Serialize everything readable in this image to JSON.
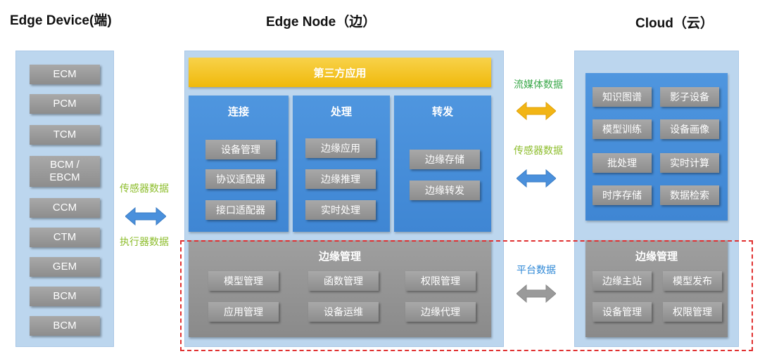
{
  "titles": {
    "device": "Edge Device(端)",
    "node": "Edge Node（边）",
    "cloud": "Cloud（云）"
  },
  "device_items": [
    "ECM",
    "PCM",
    "TCM",
    "BCM /\nEBCM",
    "CCM",
    "CTM",
    "GEM",
    "BCM",
    "BCM"
  ],
  "node": {
    "third_party": "第三方应用",
    "columns": [
      {
        "title": "连接",
        "items": [
          "设备管理",
          "协议适配器",
          "接口适配器"
        ]
      },
      {
        "title": "处理",
        "items": [
          "边缘应用",
          "边缘推理",
          "实时处理"
        ]
      },
      {
        "title": "转发",
        "items": [
          "边缘存储",
          "边缘转发"
        ]
      }
    ],
    "management": {
      "title": "边缘管理",
      "items": [
        "模型管理",
        "函数管理",
        "权限管理",
        "应用管理",
        "设备运维",
        "边缘代理"
      ]
    }
  },
  "cloud": {
    "services": [
      "知识图谱",
      "影子设备",
      "模型训练",
      "设备画像",
      "批处理",
      "实时计算",
      "时序存储",
      "数据检索"
    ],
    "management": {
      "title": "边缘管理",
      "items": [
        "边缘主站",
        "模型发布",
        "设备管理",
        "权限管理"
      ]
    }
  },
  "flows": {
    "device_node_top": "传感器数据",
    "device_node_bottom": "执行器数据",
    "stream": "流媒体数据",
    "sensor": "传感器数据",
    "platform": "平台数据"
  },
  "colors": {
    "panel": "#bcd6ee",
    "gray_box": "#9a9a9a",
    "blue_column": "#4a90dc",
    "yellow_bar": "#f3c21f",
    "orange_arrow": "#f2b515",
    "blue_arrow": "#4a90dc",
    "gray_arrow": "#9a9a9a",
    "dashed_border": "#e03030"
  }
}
